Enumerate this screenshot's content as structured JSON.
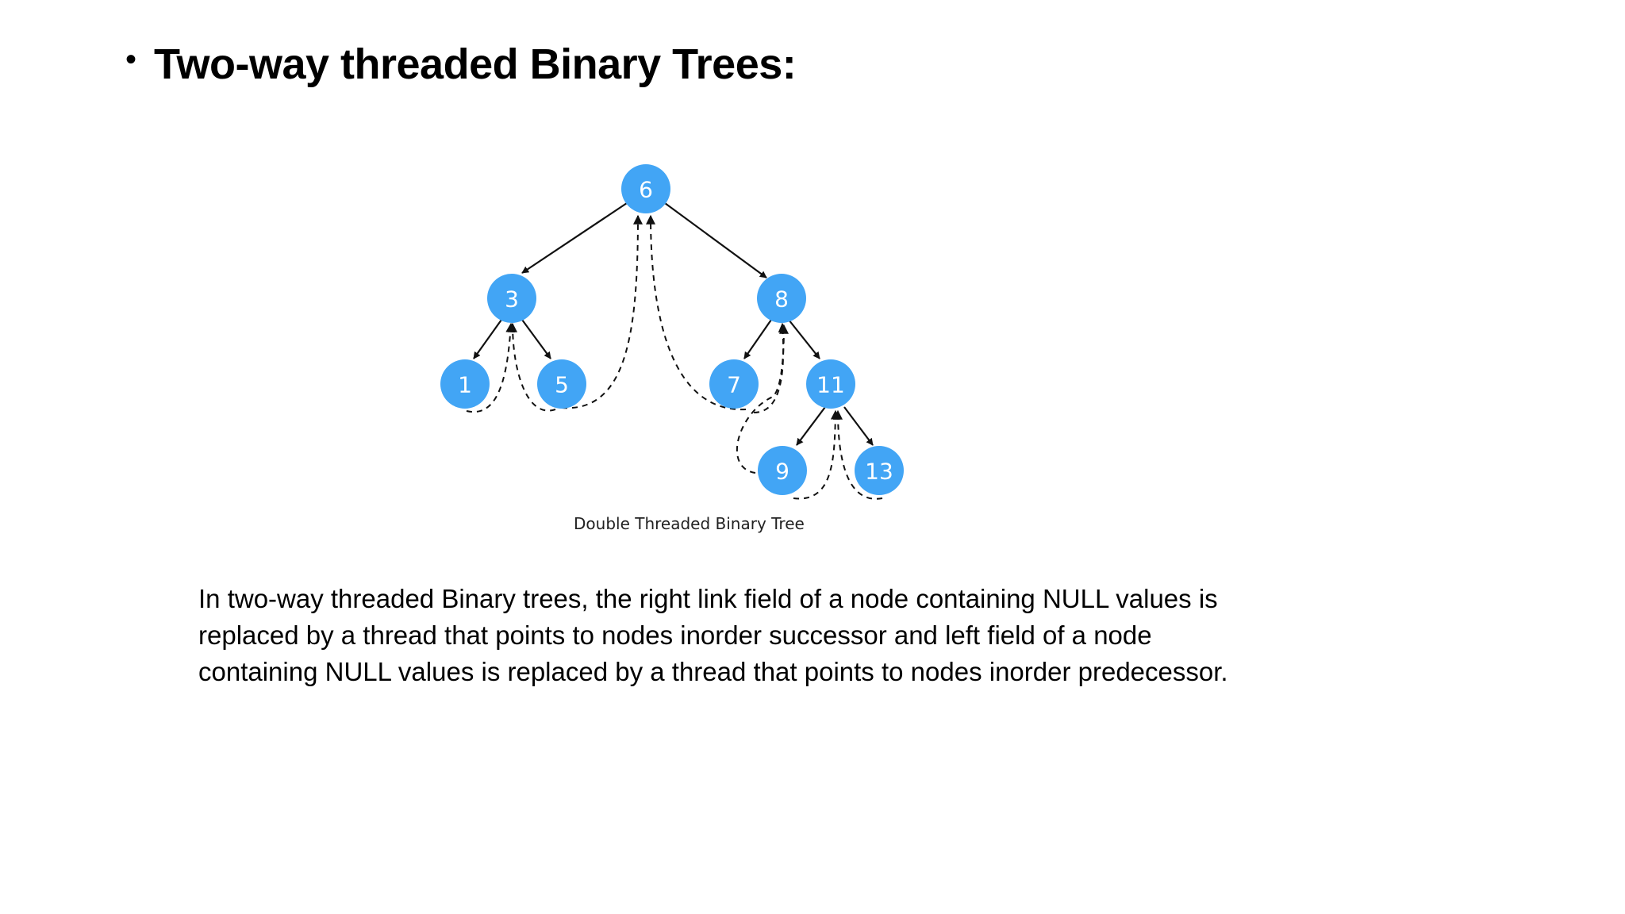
{
  "heading": {
    "bullet": "•",
    "title": "Two-way threaded Binary Trees:"
  },
  "diagram": {
    "caption": "Double Threaded Binary Tree",
    "node_color": "#42a5f5",
    "nodes": [
      {
        "id": "n6",
        "label": "6"
      },
      {
        "id": "n3",
        "label": "3"
      },
      {
        "id": "n8",
        "label": "8"
      },
      {
        "id": "n1",
        "label": "1"
      },
      {
        "id": "n5",
        "label": "5"
      },
      {
        "id": "n7",
        "label": "7"
      },
      {
        "id": "n11",
        "label": "11"
      },
      {
        "id": "n9",
        "label": "9"
      },
      {
        "id": "n13",
        "label": "13"
      }
    ],
    "edges": [
      {
        "from": "n6",
        "to": "n3"
      },
      {
        "from": "n6",
        "to": "n8"
      },
      {
        "from": "n3",
        "to": "n1"
      },
      {
        "from": "n3",
        "to": "n5"
      },
      {
        "from": "n8",
        "to": "n7"
      },
      {
        "from": "n8",
        "to": "n11"
      },
      {
        "from": "n11",
        "to": "n9"
      },
      {
        "from": "n11",
        "to": "n13"
      }
    ],
    "threads": [
      {
        "from": "n1",
        "to": "n3"
      },
      {
        "from": "n5",
        "to": "n3"
      },
      {
        "from": "n5",
        "to": "n6"
      },
      {
        "from": "n7",
        "to": "n6"
      },
      {
        "from": "n7",
        "to": "n8"
      },
      {
        "from": "n9",
        "to": "n8"
      },
      {
        "from": "n9",
        "to": "n11"
      },
      {
        "from": "n13",
        "to": "n11"
      }
    ]
  },
  "body": {
    "lines": [
      "In two-way threaded Binary trees, the right link field of a node containing NULL values is",
      "replaced by a thread that points to nodes inorder successor and left field of a node",
      "containing NULL values is replaced by a thread that points to nodes inorder predecessor."
    ]
  }
}
